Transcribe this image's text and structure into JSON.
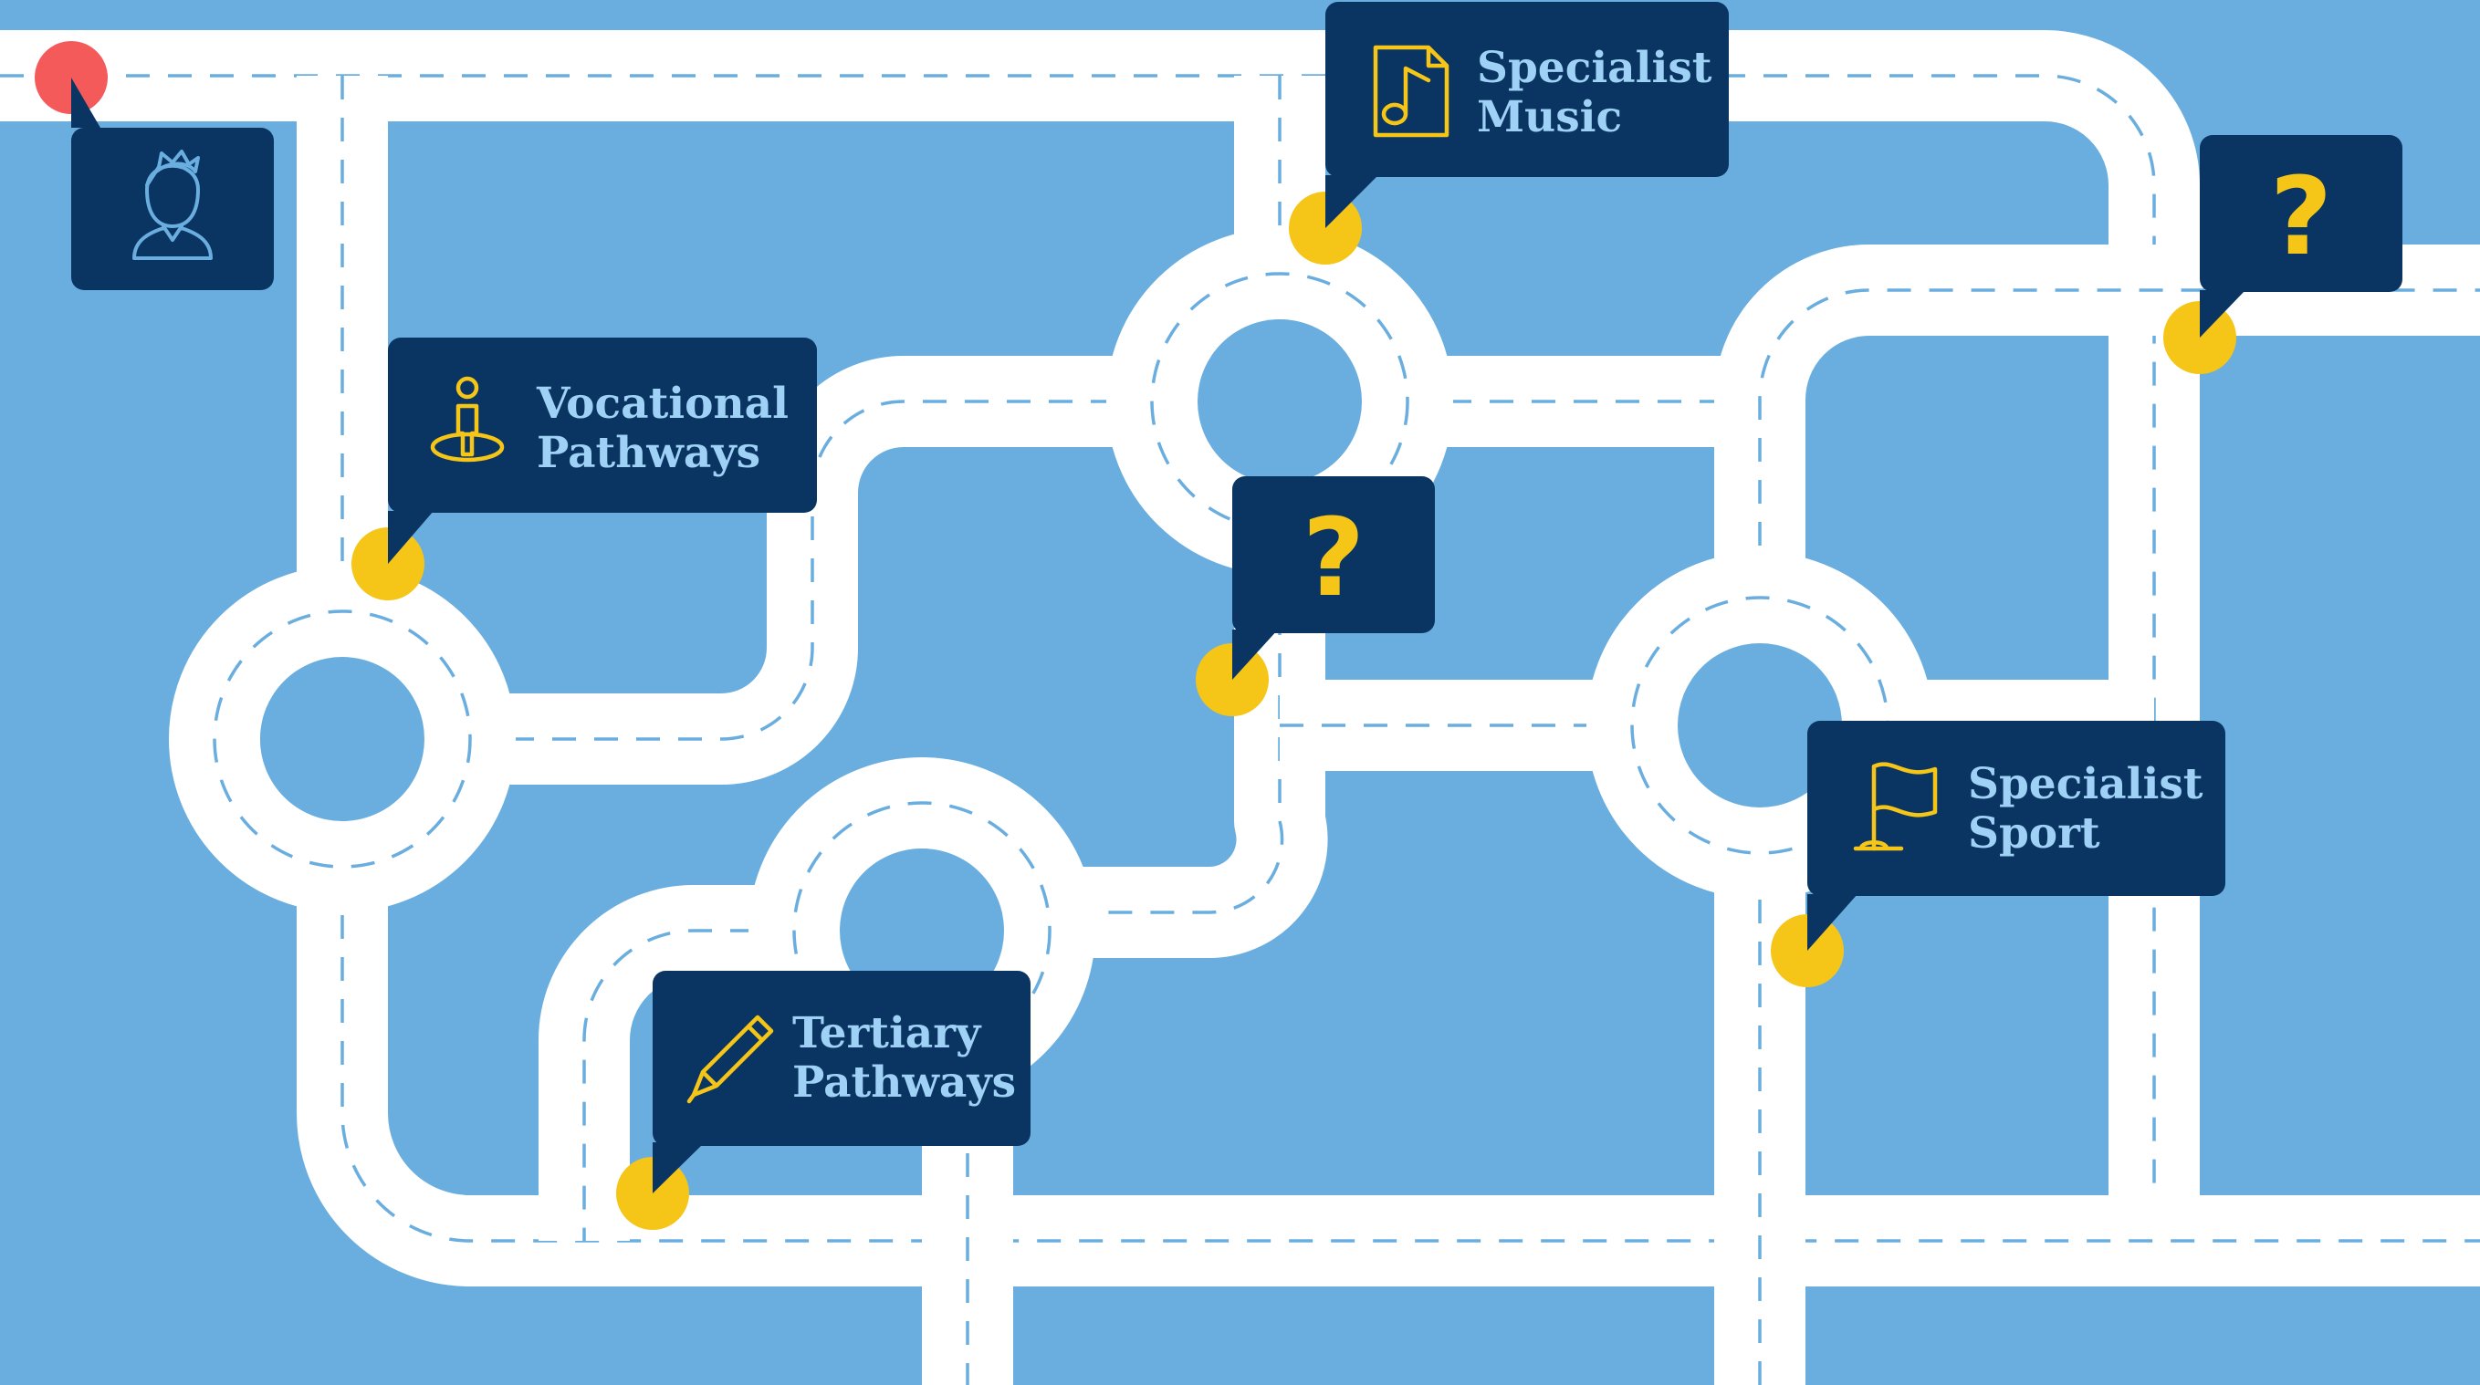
{
  "colors": {
    "background": "#6aaee0",
    "road": "#ffffff",
    "callout": "#0a3563",
    "label_text": "#9ed1f5",
    "marker": "#f5c518",
    "start_marker": "#f45a5a"
  },
  "start": {
    "icon": "person-icon"
  },
  "destinations": [
    {
      "line1": "Vocational",
      "line2": "Pathways",
      "icon": "person-on-target-icon"
    },
    {
      "line1": "Specialist",
      "line2": "Music",
      "icon": "music-file-icon"
    },
    {
      "line1": "Specialist",
      "line2": "Sport",
      "icon": "flag-icon"
    },
    {
      "line1": "Tertiary",
      "line2": "Pathways",
      "icon": "pen-icon"
    }
  ],
  "unknowns": [
    {
      "label": "?",
      "icon": "question-mark"
    },
    {
      "label": "?",
      "icon": "question-mark"
    }
  ]
}
